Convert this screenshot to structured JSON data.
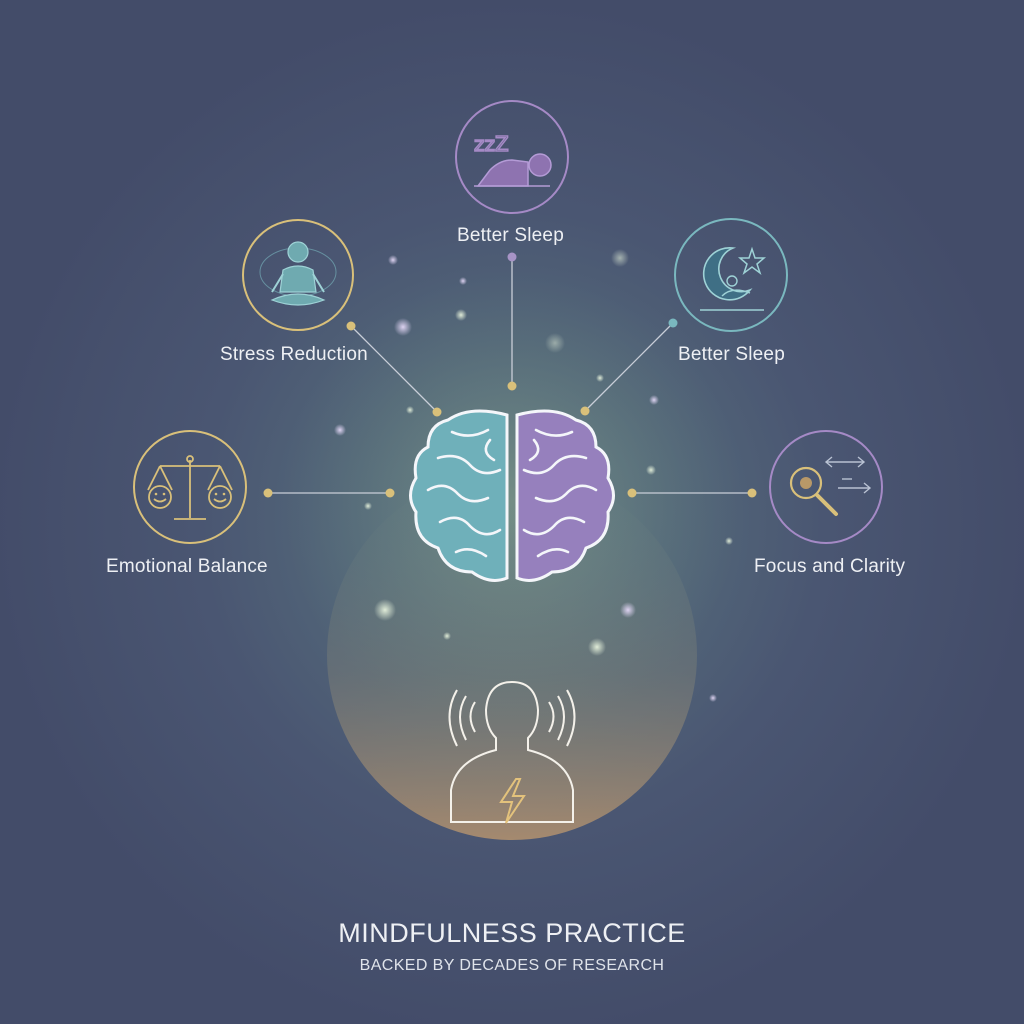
{
  "benefits": {
    "top": "Better Sleep",
    "upper_left": "Stress Reduction",
    "upper_right": "Better Sleep",
    "left": "Emotional Balance",
    "right": "Focus and Clarity"
  },
  "icons": {
    "top": "sleeping-zzz-icon",
    "upper_left": "meditating-figure-icon",
    "upper_right": "moon-and-star-icon",
    "left": "balance-scale-faces-icon",
    "right": "magnifying-glass-arrows-icon",
    "center": "brain-icon",
    "bottom": "person-with-sound-waves-icon"
  },
  "title": "MINDFULNESS PRACTICE",
  "subtitle": "BACKED BY DECADES OF RESEARCH",
  "colors": {
    "teal": "#7ab8bf",
    "purple": "#a58ac6",
    "gold": "#d9c07a",
    "line": "#c9ced8"
  }
}
